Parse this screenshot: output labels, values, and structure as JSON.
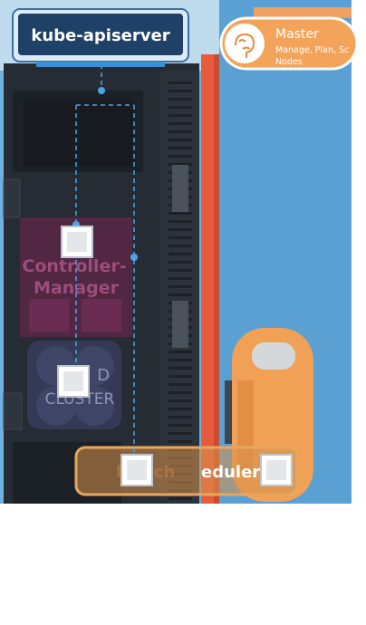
{
  "apiserver": {
    "label": "kube-apiserver"
  },
  "master": {
    "title": "Master",
    "subtitle_line1": "Manage, Plan, Sc",
    "subtitle_line2": "Nodes"
  },
  "controller_manager": {
    "line1": "Controller-",
    "line2": "Manager"
  },
  "etcd": {
    "line1": "D",
    "line2": "CLUSTER"
  },
  "scheduler": {
    "label_left": "ke-sch",
    "label_right": "eduler"
  },
  "icons": {
    "master": "brain-icon"
  },
  "colors": {
    "sky": "#5fa3d3",
    "dark_panel": "#262c33",
    "navy": "#1f4168",
    "orange": "#f4a45a",
    "red_stripe": "#e85a3c",
    "magenta": "#8c2f5e",
    "etcd_purple": "#3a3f5c"
  }
}
